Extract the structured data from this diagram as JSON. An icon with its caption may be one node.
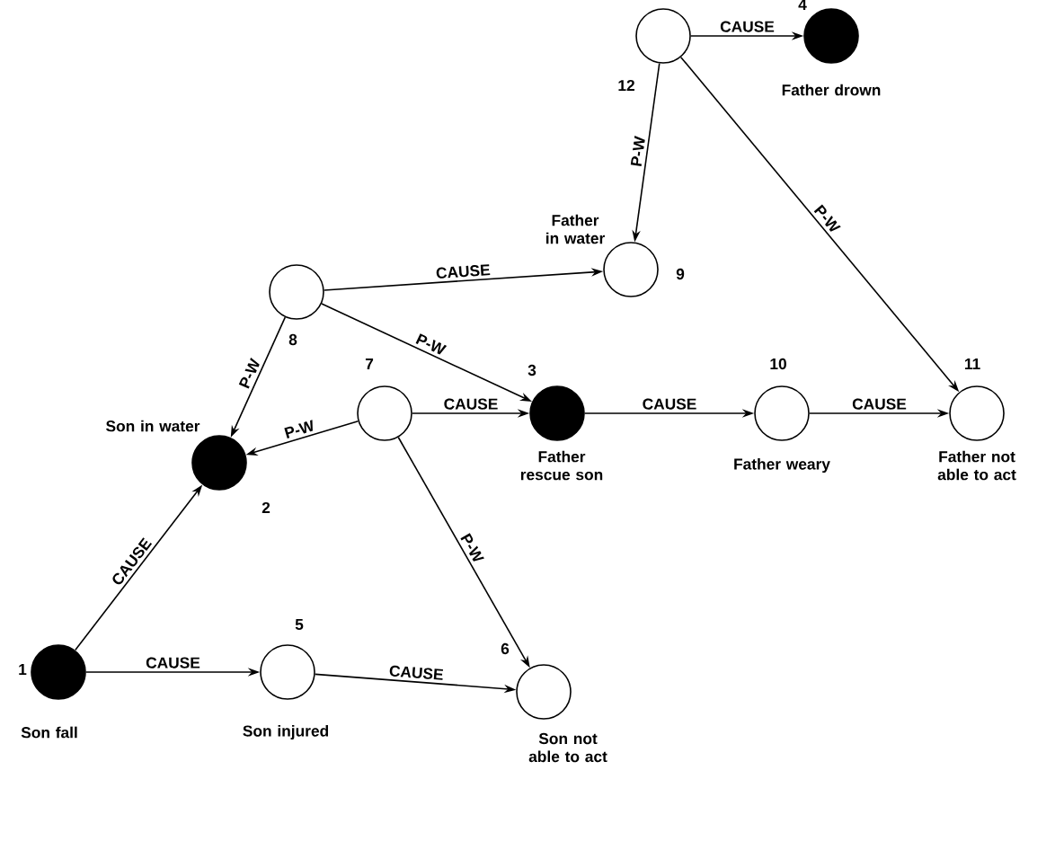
{
  "diagram": {
    "nodes": [
      {
        "text": [],
        "shape": "circle",
        "beside": [
          "12"
        ]
      },
      {
        "text": [],
        "shape": "disc",
        "beside": [
          "4",
          "Father drown"
        ]
      },
      {
        "text": [],
        "shape": "circle",
        "beside": [
          "9",
          "Father in water"
        ]
      },
      {
        "text": [],
        "shape": "circle",
        "beside": [
          "8"
        ]
      },
      {
        "text": [],
        "shape": "circle",
        "beside": [
          "7"
        ]
      },
      {
        "text": [],
        "shape": "disc",
        "beside": [
          "3",
          "Father rescue son"
        ]
      },
      {
        "text": [],
        "shape": "circle",
        "beside": [
          "10",
          "Father weary"
        ]
      },
      {
        "text": [],
        "shape": "circle",
        "beside": [
          "11",
          "Father not able to act"
        ]
      },
      {
        "text": [],
        "shape": "disc",
        "beside": [
          "2",
          "Son in water"
        ]
      },
      {
        "text": [],
        "shape": "disc",
        "beside": [
          "1",
          "Son fall"
        ]
      },
      {
        "text": [],
        "shape": "circle",
        "beside": [
          "5",
          "Son injured"
        ]
      },
      {
        "text": [],
        "shape": "circle",
        "beside": [
          "6",
          "Son not able to act"
        ]
      }
    ],
    "edges": [
      {
        "from": 0,
        "to": 1,
        "arrow": "to",
        "label": "CAUSE"
      },
      {
        "from": 0,
        "to": 2,
        "arrow": "to",
        "label": "P-W"
      },
      {
        "from": 0,
        "to": 7,
        "arrow": "to",
        "label": "P-W"
      },
      {
        "from": 3,
        "to": 2,
        "arrow": "to",
        "label": "CAUSE"
      },
      {
        "from": 3,
        "to": 5,
        "arrow": "to",
        "label": "P-W"
      },
      {
        "from": 3,
        "to": 8,
        "arrow": "to",
        "label": "P-W"
      },
      {
        "from": 4,
        "to": 5,
        "arrow": "to",
        "label": "CAUSE"
      },
      {
        "from": 4,
        "to": 8,
        "arrow": "to",
        "label": "P-W"
      },
      {
        "from": 4,
        "to": 11,
        "arrow": "to",
        "label": "P-W"
      },
      {
        "from": 5,
        "to": 6,
        "arrow": "to",
        "label": "CAUSE"
      },
      {
        "from": 6,
        "to": 7,
        "arrow": "to",
        "label": "CAUSE"
      },
      {
        "from": 9,
        "to": 8,
        "arrow": "to",
        "label": "CAUSE"
      },
      {
        "from": 9,
        "to": 10,
        "arrow": "to",
        "label": "CAUSE"
      },
      {
        "from": 10,
        "to": 11,
        "arrow": "to",
        "label": "CAUSE"
      }
    ]
  }
}
